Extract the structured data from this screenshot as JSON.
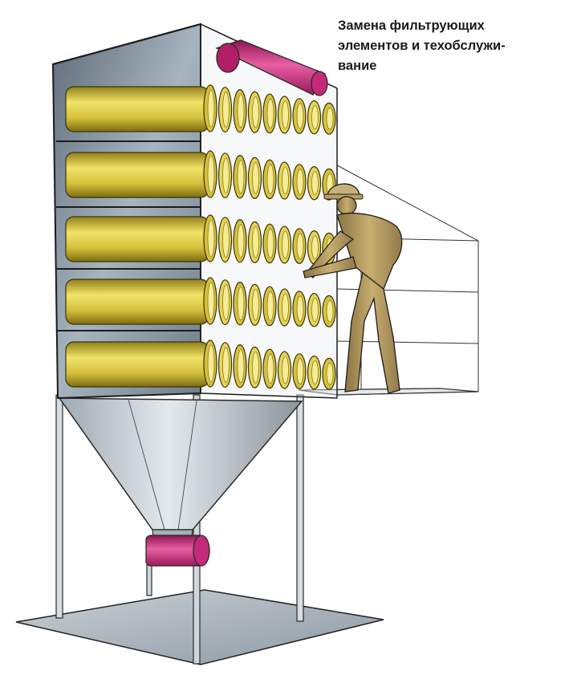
{
  "caption": {
    "lines": [
      "Замена фильтрующих",
      "элементов и техобслужи-",
      "вание"
    ]
  },
  "colors": {
    "filter_yellow": "#d9c53a",
    "pipe_magenta": "#cc2a7a",
    "worker_khaki": "#b9a064",
    "housing_steel": "#7f8f9e",
    "frame_dark": "#1c1c1c"
  },
  "illustration": {
    "filter_rows": 5
  }
}
